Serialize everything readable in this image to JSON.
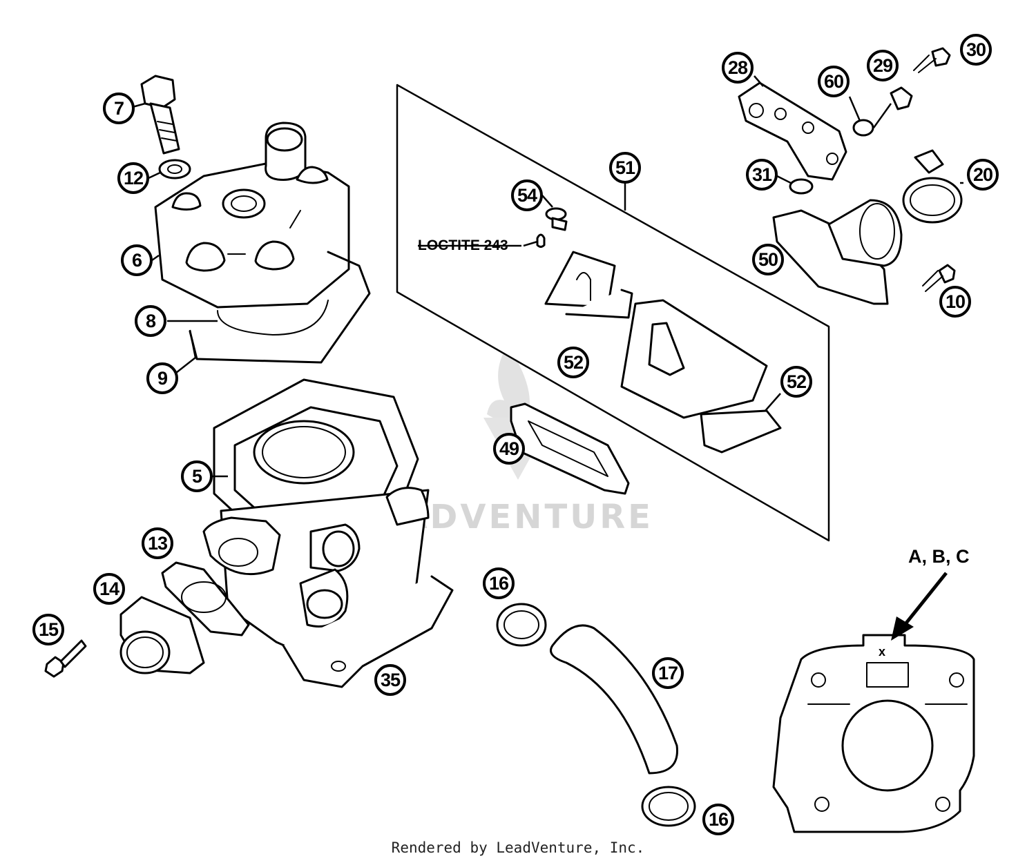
{
  "callouts": [
    {
      "id": "7",
      "label": "7"
    },
    {
      "id": "12",
      "label": "12"
    },
    {
      "id": "6",
      "label": "6"
    },
    {
      "id": "8",
      "label": "8"
    },
    {
      "id": "9",
      "label": "9"
    },
    {
      "id": "5",
      "label": "5"
    },
    {
      "id": "13",
      "label": "13"
    },
    {
      "id": "14",
      "label": "14"
    },
    {
      "id": "15",
      "label": "15"
    },
    {
      "id": "35",
      "label": "35"
    },
    {
      "id": "51",
      "label": "51"
    },
    {
      "id": "54",
      "label": "54"
    },
    {
      "id": "52a",
      "label": "52"
    },
    {
      "id": "52b",
      "label": "52"
    },
    {
      "id": "49",
      "label": "49"
    },
    {
      "id": "28",
      "label": "28"
    },
    {
      "id": "60",
      "label": "60"
    },
    {
      "id": "29",
      "label": "29"
    },
    {
      "id": "30",
      "label": "30"
    },
    {
      "id": "31",
      "label": "31"
    },
    {
      "id": "20",
      "label": "20"
    },
    {
      "id": "50",
      "label": "50"
    },
    {
      "id": "10",
      "label": "10"
    },
    {
      "id": "16a",
      "label": "16"
    },
    {
      "id": "17",
      "label": "17"
    },
    {
      "id": "16b",
      "label": "16"
    }
  ],
  "notes": {
    "loctite": "LOCTITE 243",
    "detail_marker": "A, B, C",
    "detail_x": "x"
  },
  "watermark": "LEADVENTURE",
  "footer": "Rendered by LeadVenture, Inc."
}
